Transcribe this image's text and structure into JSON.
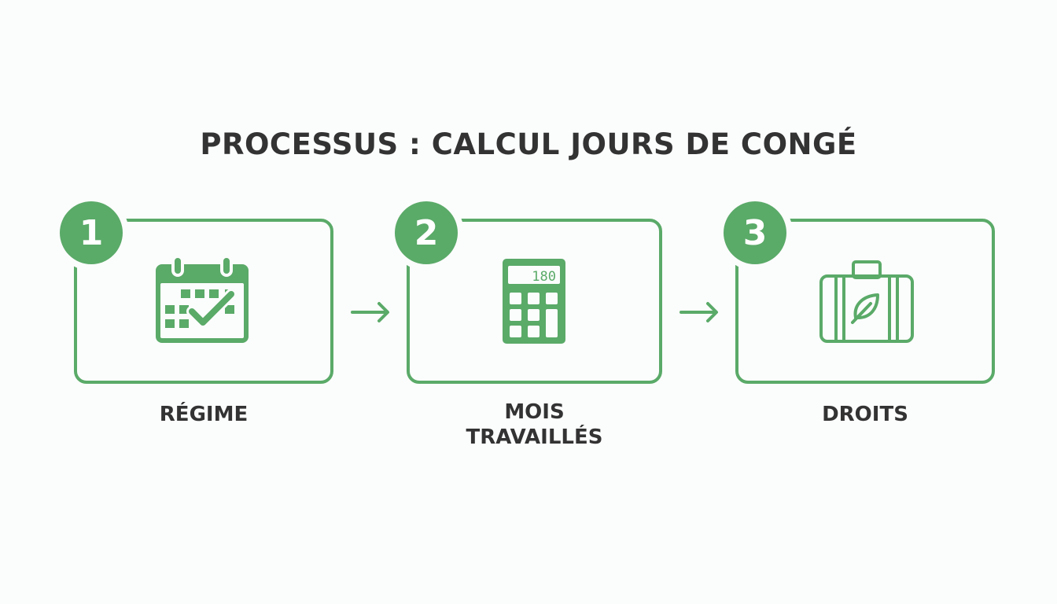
{
  "title": "PROCESSUS : CALCUL JOURS DE CONGÉ",
  "accent_color": "#5aaa68",
  "text_color": "#333333",
  "steps": [
    {
      "number": "1",
      "icon": "calendar-check-icon",
      "label": "RÉGIME"
    },
    {
      "number": "2",
      "icon": "calculator-icon",
      "label_line1": "MOIS",
      "label_line2": "TRAVAILLÉS",
      "display": "180"
    },
    {
      "number": "3",
      "icon": "suitcase-leaf-icon",
      "label": "DROITS"
    }
  ],
  "connectors": [
    "arrow-right-icon",
    "arrow-right-icon"
  ]
}
